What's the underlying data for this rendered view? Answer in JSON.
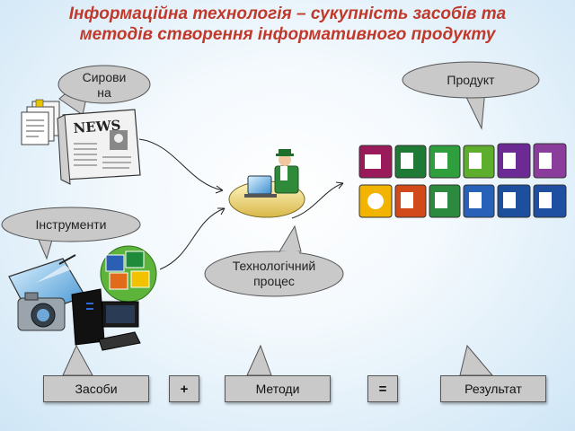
{
  "title_line1": "Інформаційна технологія – сукупність засобів та",
  "title_line2": "методів створення інформативного продукту",
  "callouts": {
    "raw_material": {
      "line1": "Сирови",
      "line2": "на"
    },
    "product": {
      "text": "Продукт"
    },
    "tools": {
      "text": "Інструменти"
    },
    "process": {
      "line1": "Технологічний",
      "line2": "процес"
    }
  },
  "icons": {
    "news_label": "NEWS",
    "app_icons": [
      "publisher-icon",
      "excel-icon",
      "project-icon",
      "sharepoint-icon",
      "onenote-icon",
      "infopath-icon",
      "outlook-icon",
      "powerpoint-icon",
      "groove-icon",
      "visio-icon",
      "sharepoint-designer-icon",
      "word-icon"
    ]
  },
  "equation": {
    "tools": "Засоби",
    "plus": "+",
    "methods": "Методи",
    "equals": "=",
    "result": "Результат"
  },
  "colors": {
    "title": "#c0392b",
    "callout_fill": "#c9c9c9",
    "callout_stroke": "#555555"
  }
}
